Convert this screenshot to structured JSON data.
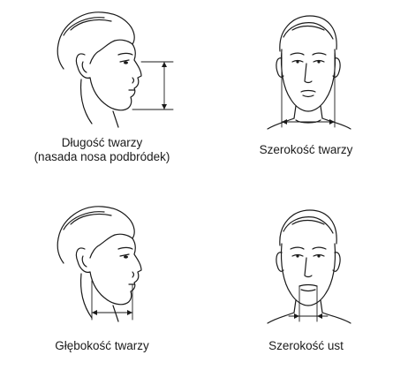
{
  "figures": [
    {
      "id": "face-length",
      "caption": "Długość twarzy\n(nasada nosa podbródek)"
    },
    {
      "id": "face-width",
      "caption": "Szerokość twarzy"
    },
    {
      "id": "face-depth",
      "caption": "Głębokość twarzy"
    },
    {
      "id": "mouth-width",
      "caption": "Szerokość ust"
    }
  ]
}
